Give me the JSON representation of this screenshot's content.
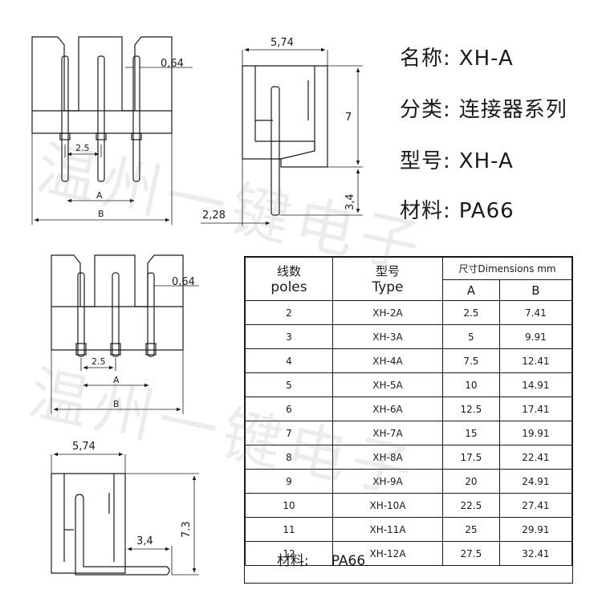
{
  "spec": {
    "name_label": "名称:",
    "name_value": "XH-A",
    "category_label": "分类:",
    "category_value": "连接器系列",
    "model_label": "型号:",
    "model_value": "XH-A",
    "material_label": "材料:",
    "material_value": "PA66"
  },
  "drawing_labels": {
    "top_front_pitch": "2.5",
    "top_front_pin_width": "0,64",
    "top_front_A": "A",
    "top_front_B": "B",
    "top_side_width": "5,74",
    "top_side_height": "7",
    "top_side_pin_length": "3,4",
    "top_side_offset": "2,28",
    "bottom_front_pitch": "2.5",
    "bottom_front_pin_width": "0,64",
    "bottom_front_A": "A",
    "bottom_front_B": "B",
    "bottom_side_width": "5,74",
    "bottom_side_height": "7.3",
    "bottom_side_pin_length": "3,4"
  },
  "table": {
    "col_poles_cn": "线数",
    "col_poles_en": "poles",
    "col_type_cn": "型号",
    "col_type_en": "Type",
    "col_dimensions": "尺寸Dimensions mm",
    "col_A": "A",
    "col_B": "B",
    "rows": [
      {
        "poles": "2",
        "type": "XH-2A",
        "a": "2.5",
        "b": "7.41"
      },
      {
        "poles": "3",
        "type": "XH-3A",
        "a": "5",
        "b": "9.91"
      },
      {
        "poles": "4",
        "type": "XH-4A",
        "a": "7.5",
        "b": "12.41"
      },
      {
        "poles": "5",
        "type": "XH-5A",
        "a": "10",
        "b": "14.91"
      },
      {
        "poles": "6",
        "type": "XH-6A",
        "a": "12.5",
        "b": "17.41"
      },
      {
        "poles": "7",
        "type": "XH-7A",
        "a": "15",
        "b": "19.91"
      },
      {
        "poles": "8",
        "type": "XH-8A",
        "a": "17.5",
        "b": "22.41"
      },
      {
        "poles": "9",
        "type": "XH-9A",
        "a": "20",
        "b": "24.91"
      },
      {
        "poles": "10",
        "type": "XH-10A",
        "a": "22.5",
        "b": "27.41"
      },
      {
        "poles": "11",
        "type": "XH-11A",
        "a": "25",
        "b": "29.91"
      },
      {
        "poles": "12",
        "type": "XH-12A",
        "a": "27.5",
        "b": "32.41"
      }
    ],
    "material_label": "材料:",
    "material_value": "PA66"
  },
  "watermark": {
    "text": "温州一键电子"
  }
}
